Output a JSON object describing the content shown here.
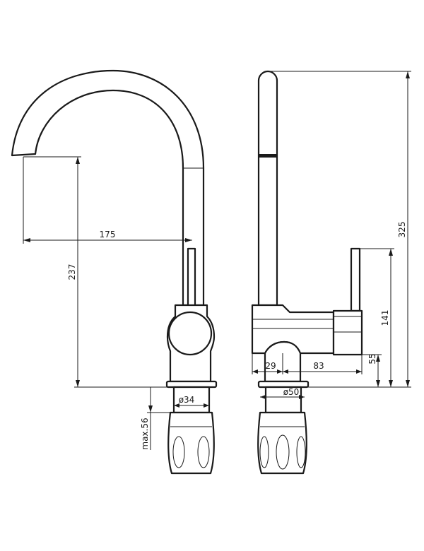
{
  "drawing": {
    "front_view": {
      "spout_reach": "175",
      "spout_height": "237",
      "shank_diameter": "ø34",
      "max_thickness": "max.56"
    },
    "side_view": {
      "total_height": "325",
      "lever_height": "141",
      "body_height": "55",
      "body_offset": "29",
      "body_depth": "83",
      "base_diameter": "ø50"
    }
  }
}
